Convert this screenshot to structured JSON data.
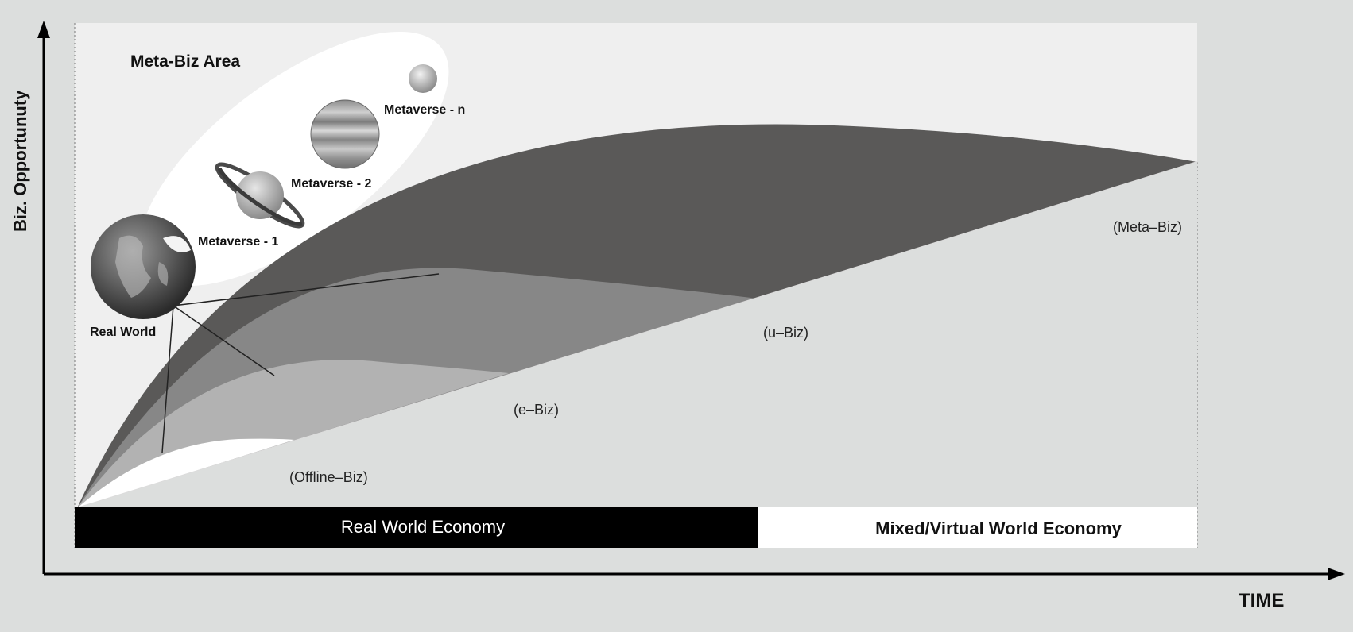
{
  "axes": {
    "y_label": "Biz. Opportunuty",
    "x_label": "TIME"
  },
  "area_title": "Meta-Biz Area",
  "planets": {
    "real_world": "Real World",
    "metaverse_1": "Metaverse - 1",
    "metaverse_2": "Metaverse - 2",
    "metaverse_n": "Metaverse - n"
  },
  "biz_labels": {
    "offline": "(Offline–Biz)",
    "ebiz": "(e–Biz)",
    "ubiz": "(u–Biz)",
    "metabiz": "(Meta–Biz)"
  },
  "economy_bars": {
    "real": "Real World Economy",
    "mixed": "Mixed/Virtual World Economy"
  },
  "colors": {
    "background": "#dcdedd",
    "plot_area": "#efefef",
    "meta_biz_layer": "#5a5958",
    "u_biz_layer": "#878787",
    "e_biz_layer": "#b2b2b2",
    "offline_layer": "#ffffff",
    "real_economy_bar": "#000000",
    "mixed_economy_bar": "#ffffff"
  }
}
